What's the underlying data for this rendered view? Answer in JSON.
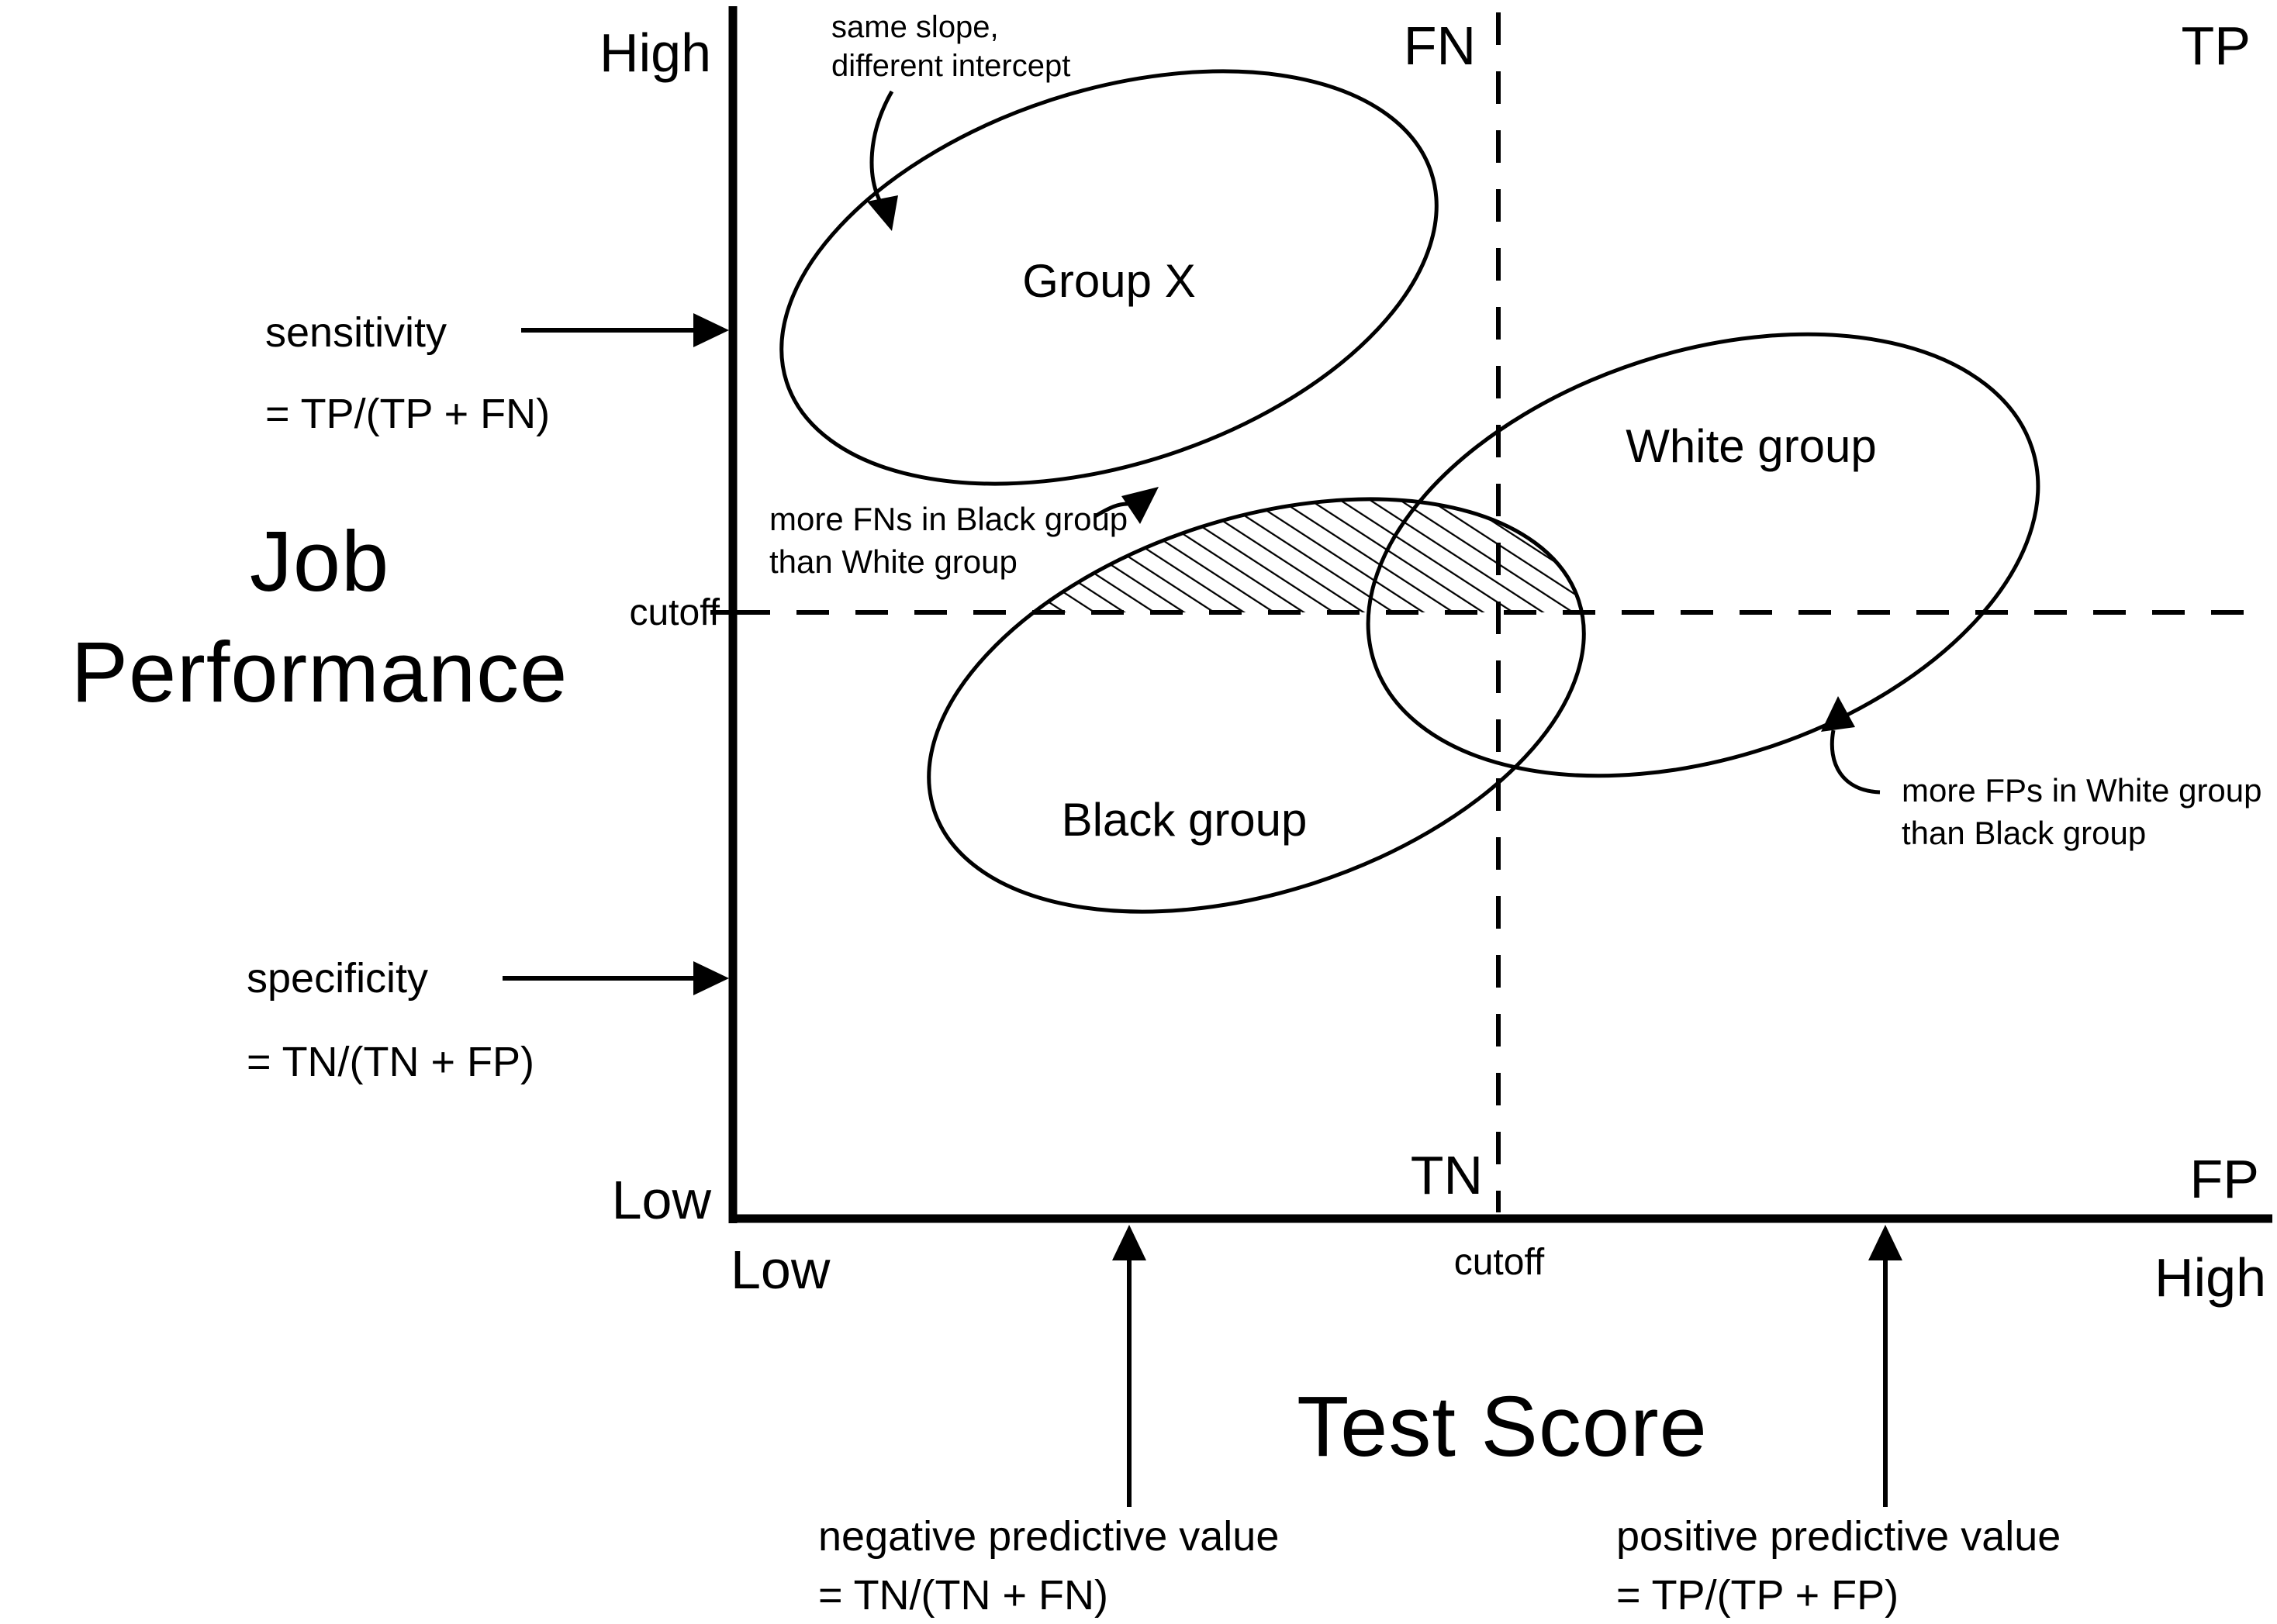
{
  "colors": {
    "ink": "#000000",
    "background": "#ffffff"
  },
  "y_axis": {
    "title_line1": "Job",
    "title_line2": "Performance",
    "top_label": "High",
    "bottom_label": "Low",
    "cutoff_label": "cutoff"
  },
  "x_axis": {
    "title": "Test Score",
    "left_label": "Low",
    "right_label": "High",
    "cutoff_label": "cutoff"
  },
  "quadrant_labels": {
    "top_left": "FN",
    "top_right": "TP",
    "bottom_left": "TN",
    "bottom_right": "FP"
  },
  "groups": {
    "group_x": "Group X",
    "white": "White group",
    "black": "Black group"
  },
  "metrics": {
    "sensitivity_name": "sensitivity",
    "sensitivity_formula": "= TP/(TP + FN)",
    "specificity_name": "specificity",
    "specificity_formula": "= TN/(TN + FP)",
    "npv_name": "negative predictive value",
    "npv_formula": "= TN/(TN + FN)",
    "ppv_name": "positive predictive value",
    "ppv_formula": "= TP/(TP + FP)"
  },
  "annotations": {
    "same_slope_line1": "same slope,",
    "same_slope_line2": "different intercept",
    "more_fns_line1": "more FNs in Black group",
    "more_fns_line2": "than White group",
    "more_fps_line1": "more FPs in White group",
    "more_fps_line2": "than Black group"
  }
}
